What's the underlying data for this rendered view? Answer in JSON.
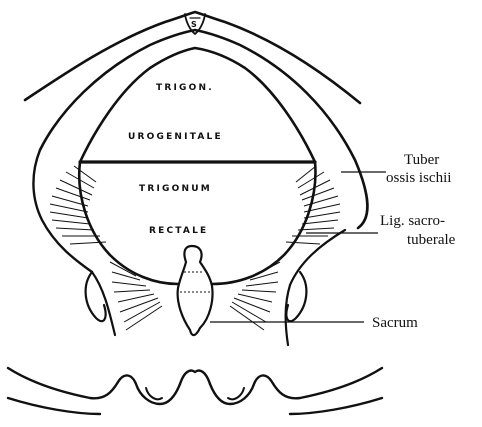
{
  "diagram": {
    "symphysis_label": "S",
    "regions": {
      "urogenital_line1": "TRIGON.",
      "urogenital_line2": "UROGENITALE",
      "rectal_line1": "TRIGONUM",
      "rectal_line2": "RECTALE"
    },
    "callouts": {
      "tuber_line1": "Tuber",
      "tuber_line2": "ossis ischii",
      "lig_line1": "Lig. sacro-",
      "lig_line2": "tuberale",
      "sacrum": "Sacrum"
    }
  }
}
